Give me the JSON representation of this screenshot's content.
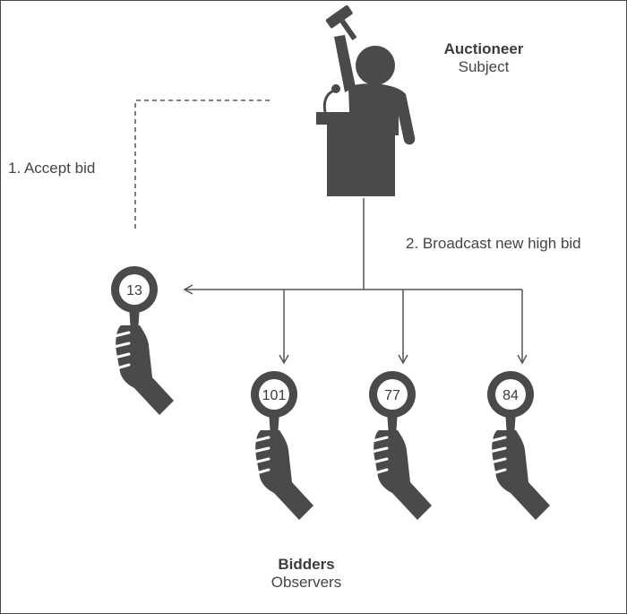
{
  "auctioneer": {
    "title": "Auctioneer",
    "role": "Subject",
    "icon": "auctioneer-at-podium-icon"
  },
  "steps": {
    "accept": "1. Accept bid",
    "broadcast": "2. Broadcast new high bid"
  },
  "active_bidder": {
    "number": "13",
    "icon": "hand-raising-bid-paddle-icon"
  },
  "bidders": [
    {
      "number": "101",
      "icon": "hand-raising-bid-paddle-icon"
    },
    {
      "number": "77",
      "icon": "hand-raising-bid-paddle-icon"
    },
    {
      "number": "84",
      "icon": "hand-raising-bid-paddle-icon"
    }
  ],
  "bidders_group": {
    "title": "Bidders",
    "role": "Observers"
  },
  "colors": {
    "icon_fill": "#4a4a4a",
    "line": "#555555",
    "text": "#444444",
    "border": "#4a4a4a"
  }
}
